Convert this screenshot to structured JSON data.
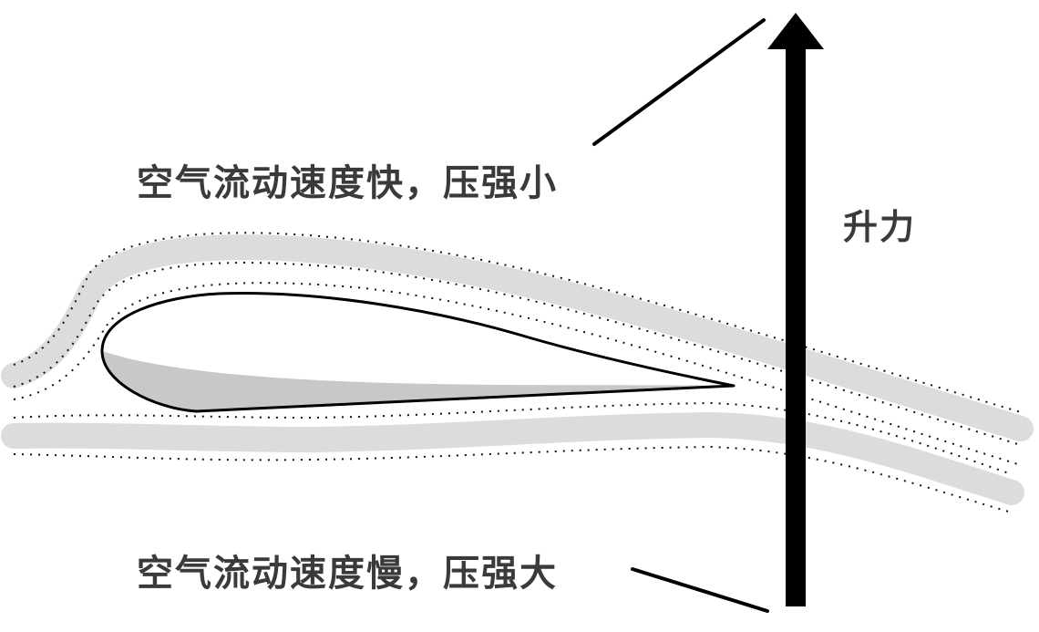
{
  "labels": {
    "upper_flow": "空气流动速度快，压强小",
    "lower_flow": "空气流动速度慢，压强大",
    "lift": "升力"
  },
  "colors": {
    "stroke": "#000000",
    "stream_band": "#dcdcdc",
    "airfoil_shade": "#c8c8c8",
    "text": "#3a3a3a"
  }
}
